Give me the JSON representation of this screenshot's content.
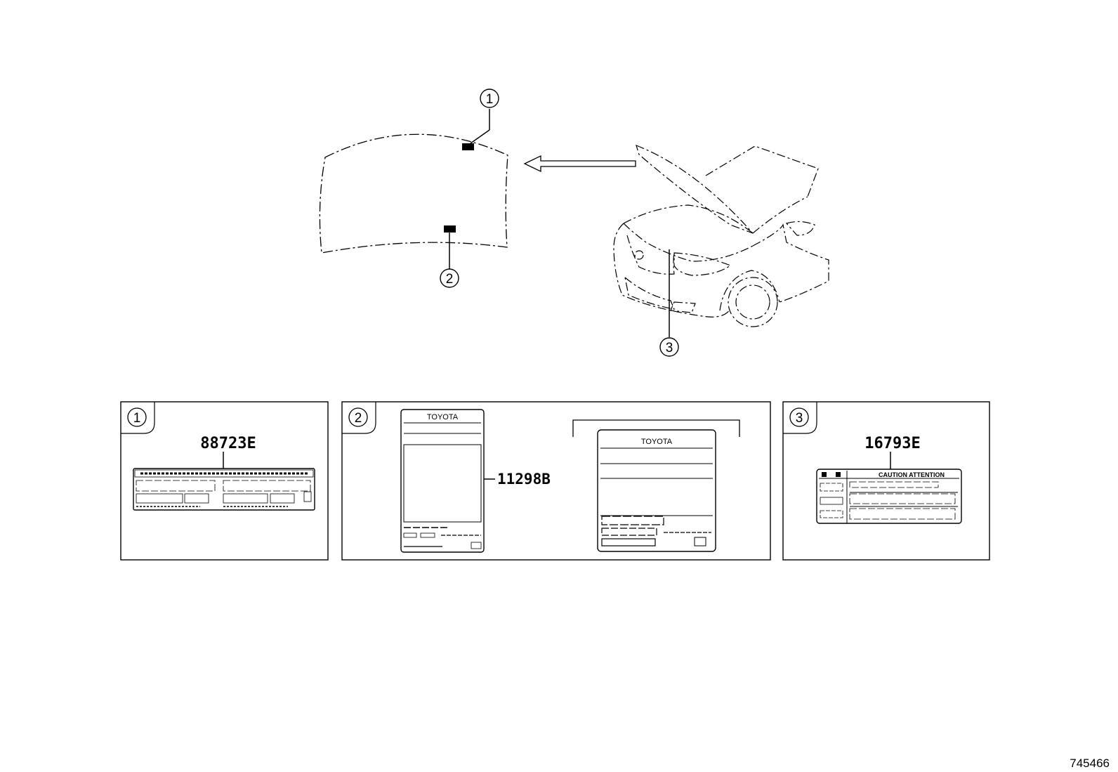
{
  "callouts": {
    "one": "①",
    "two": "②",
    "three": "③"
  },
  "panels": {
    "panel1": {
      "badge": "①",
      "part_number": "88723E"
    },
    "panel2": {
      "badge": "②",
      "part_number": "11298B",
      "brand_left": "TOYOTA",
      "brand_right": "TOYOTA"
    },
    "panel3": {
      "badge": "③",
      "part_number": "16793E",
      "header_text": "CAUTION   ATTENTION"
    }
  },
  "figure_id": "745466"
}
